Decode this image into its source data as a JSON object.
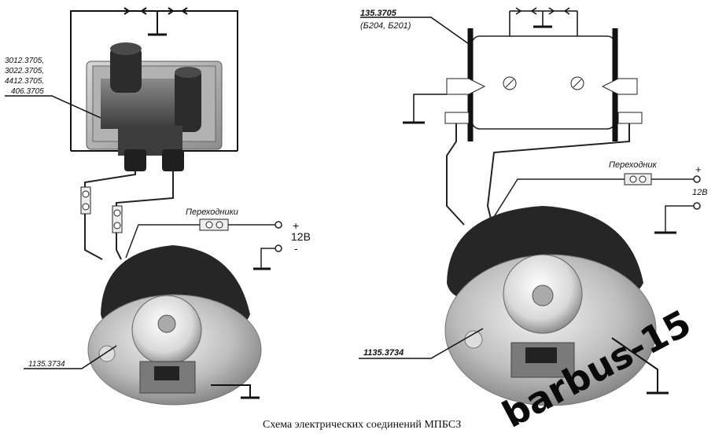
{
  "left": {
    "coil_models": [
      "3012.3705,",
      "3022.3705,",
      "4412.3705,",
      "406.3705"
    ],
    "adapter_label": "Переходники",
    "plus_sign": "+",
    "minus_sign": "-",
    "voltage": "12В",
    "sensor_model": "1135.3734"
  },
  "right": {
    "coil_model_line1": "135.3705",
    "coil_model_line2": "(Б204, Б201)",
    "adapter_label": "Переходник",
    "plus_sign": "+",
    "voltage": "12В",
    "sensor_model": "1135.3734"
  },
  "caption": "Схема электрических соединений МПБСЗ",
  "watermark": "barbus-15"
}
